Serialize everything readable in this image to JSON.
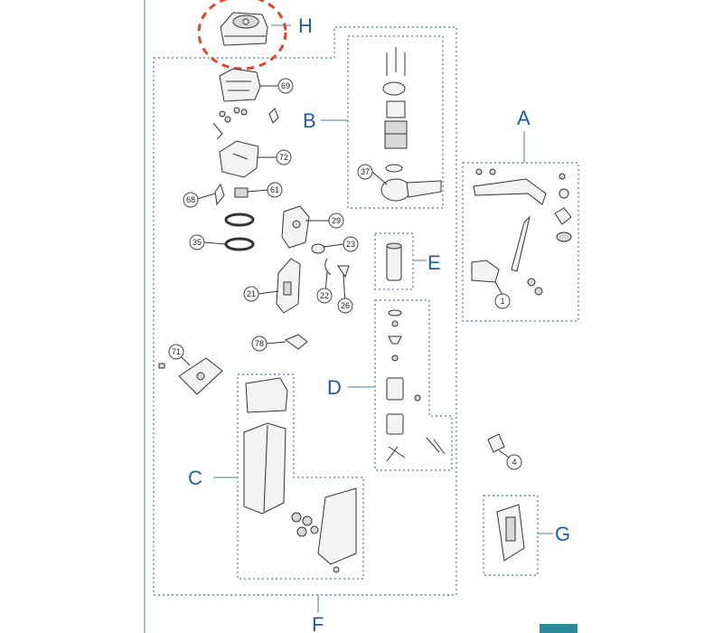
{
  "group_labels": {
    "A": "A",
    "B": "B",
    "C": "C",
    "D": "D",
    "E": "E",
    "F": "F",
    "G": "G",
    "H": "H"
  },
  "callouts": {
    "p69": "69",
    "p72": "72",
    "p61": "61",
    "p68": "68",
    "p29": "29",
    "p35": "35",
    "p23": "23",
    "p21": "21",
    "p22": "22",
    "p26": "26",
    "p78": "78",
    "p71": "71",
    "p37": "37",
    "p1": "1",
    "p4": "4"
  },
  "highlight": {
    "color": "#e0462a",
    "target": "H"
  },
  "colors": {
    "group_border": "#4a78a8",
    "label": "#1f5d96"
  }
}
